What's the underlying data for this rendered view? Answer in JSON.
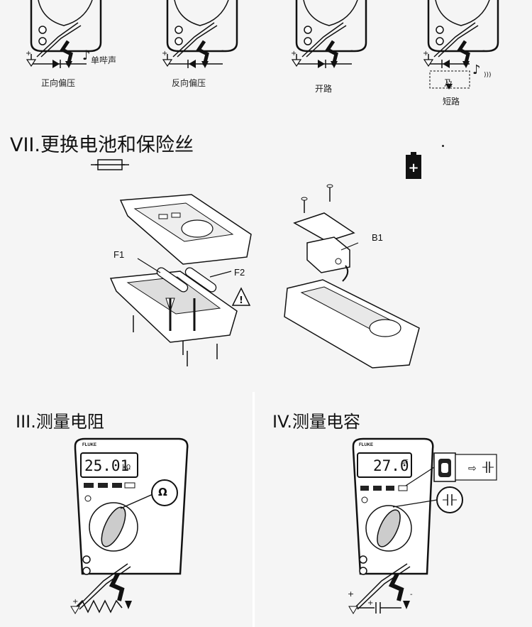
{
  "top_row": {
    "captions": [
      "正向偏压",
      "反向偏压",
      "开路",
      "短路"
    ],
    "beep_label": "单哔声",
    "and_label": "及"
  },
  "section_vii": {
    "title": "VII.更换电池和保险丝",
    "labels": {
      "f1": "F1",
      "f2": "F2",
      "b1": "B1"
    }
  },
  "section_iii": {
    "title": "III.测量电阻",
    "brand": "FLUKE",
    "display_value": "25.01",
    "display_unit": "kΩ",
    "dial_symbol": "Ω"
  },
  "section_iv": {
    "title": "IV.测量电容",
    "brand": "FLUKE",
    "display_value": "27.0",
    "display_unit": "μF"
  }
}
